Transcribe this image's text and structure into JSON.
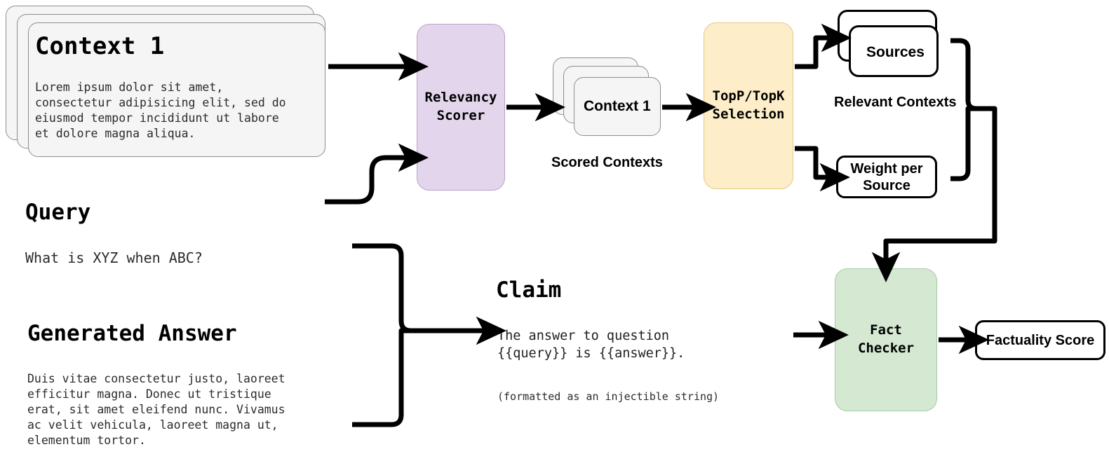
{
  "diagram": {
    "title": "RAG factuality evaluation pipeline",
    "colors": {
      "relevancy_scorer_fill": "#e3d6ec",
      "relevancy_scorer_stroke": "#b9a3c9",
      "topp_topk_fill": "#fdeec9",
      "topp_topk_stroke": "#e3c983",
      "fact_checker_fill": "#d4e8d2",
      "fact_checker_stroke": "#a6cda3",
      "card_fill": "#f4f4f4",
      "card_stroke": "#8d8d8d",
      "line": "#000000"
    }
  },
  "context_stack": {
    "name": "Contexts",
    "title": "Context 1",
    "body": "Lorem ipsum dolor sit amet,\nconsectetur adipisicing elit, sed do\neiusmod tempor incididunt ut labore\net dolore magna aliqua.",
    "card_count": 3
  },
  "relevancy_scorer": {
    "label": "Relevancy\nScorer"
  },
  "scored_contexts": {
    "card_label": "Context 1",
    "caption": "Scored Contexts",
    "card_count": 3
  },
  "topp_topk": {
    "label": "TopP/TopK\nSelection"
  },
  "sources": {
    "label": "Sources",
    "card_count": 2
  },
  "relevant_contexts": {
    "caption": "Relevant Contexts"
  },
  "weight_per_source": {
    "label": "Weight per\nSource"
  },
  "query": {
    "heading": "Query",
    "text": "What is XYZ when ABC?"
  },
  "generated_answer": {
    "heading": "Generated Answer",
    "text": "Duis vitae consectetur justo, laoreet\nefficitur magna. Donec ut tristique\nerat, sit amet eleifend nunc. Vivamus\nac velit vehicula, laoreet magna ut,\nelementum tortor."
  },
  "claim": {
    "heading": "Claim",
    "text": "The answer to question\n{{query}} is {{answer}}.",
    "note": "(formatted as an injectible string)"
  },
  "fact_checker": {
    "label": "Fact\nChecker"
  },
  "factuality_score": {
    "label": "Factuality Score"
  }
}
